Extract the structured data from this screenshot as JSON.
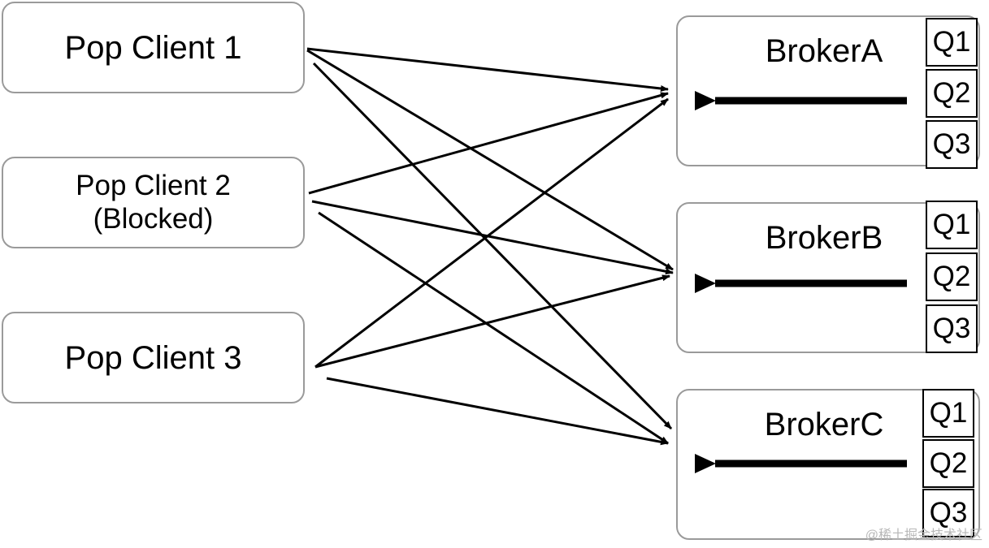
{
  "clients": [
    {
      "label": "Pop Client 1"
    },
    {
      "label": "Pop Client 2",
      "sublabel": "(Blocked)"
    },
    {
      "label": "Pop Client 3"
    }
  ],
  "brokers": [
    {
      "name": "BrokerA",
      "queues": [
        "Q1",
        "Q2",
        "Q3"
      ]
    },
    {
      "name": "BrokerB",
      "queues": [
        "Q1",
        "Q2",
        "Q3"
      ]
    },
    {
      "name": "BrokerC",
      "queues": [
        "Q1",
        "Q2",
        "Q3"
      ]
    }
  ],
  "connections": [
    {
      "from": "Pop Client 1",
      "to": "BrokerA"
    },
    {
      "from": "Pop Client 1",
      "to": "BrokerB"
    },
    {
      "from": "Pop Client 1",
      "to": "BrokerC"
    },
    {
      "from": "Pop Client 2",
      "to": "BrokerA"
    },
    {
      "from": "Pop Client 2",
      "to": "BrokerB"
    },
    {
      "from": "Pop Client 2",
      "to": "BrokerC"
    },
    {
      "from": "Pop Client 3",
      "to": "BrokerA"
    },
    {
      "from": "Pop Client 3",
      "to": "BrokerB"
    },
    {
      "from": "Pop Client 3",
      "to": "BrokerC"
    }
  ],
  "watermark": "@稀土掘金技术社区"
}
